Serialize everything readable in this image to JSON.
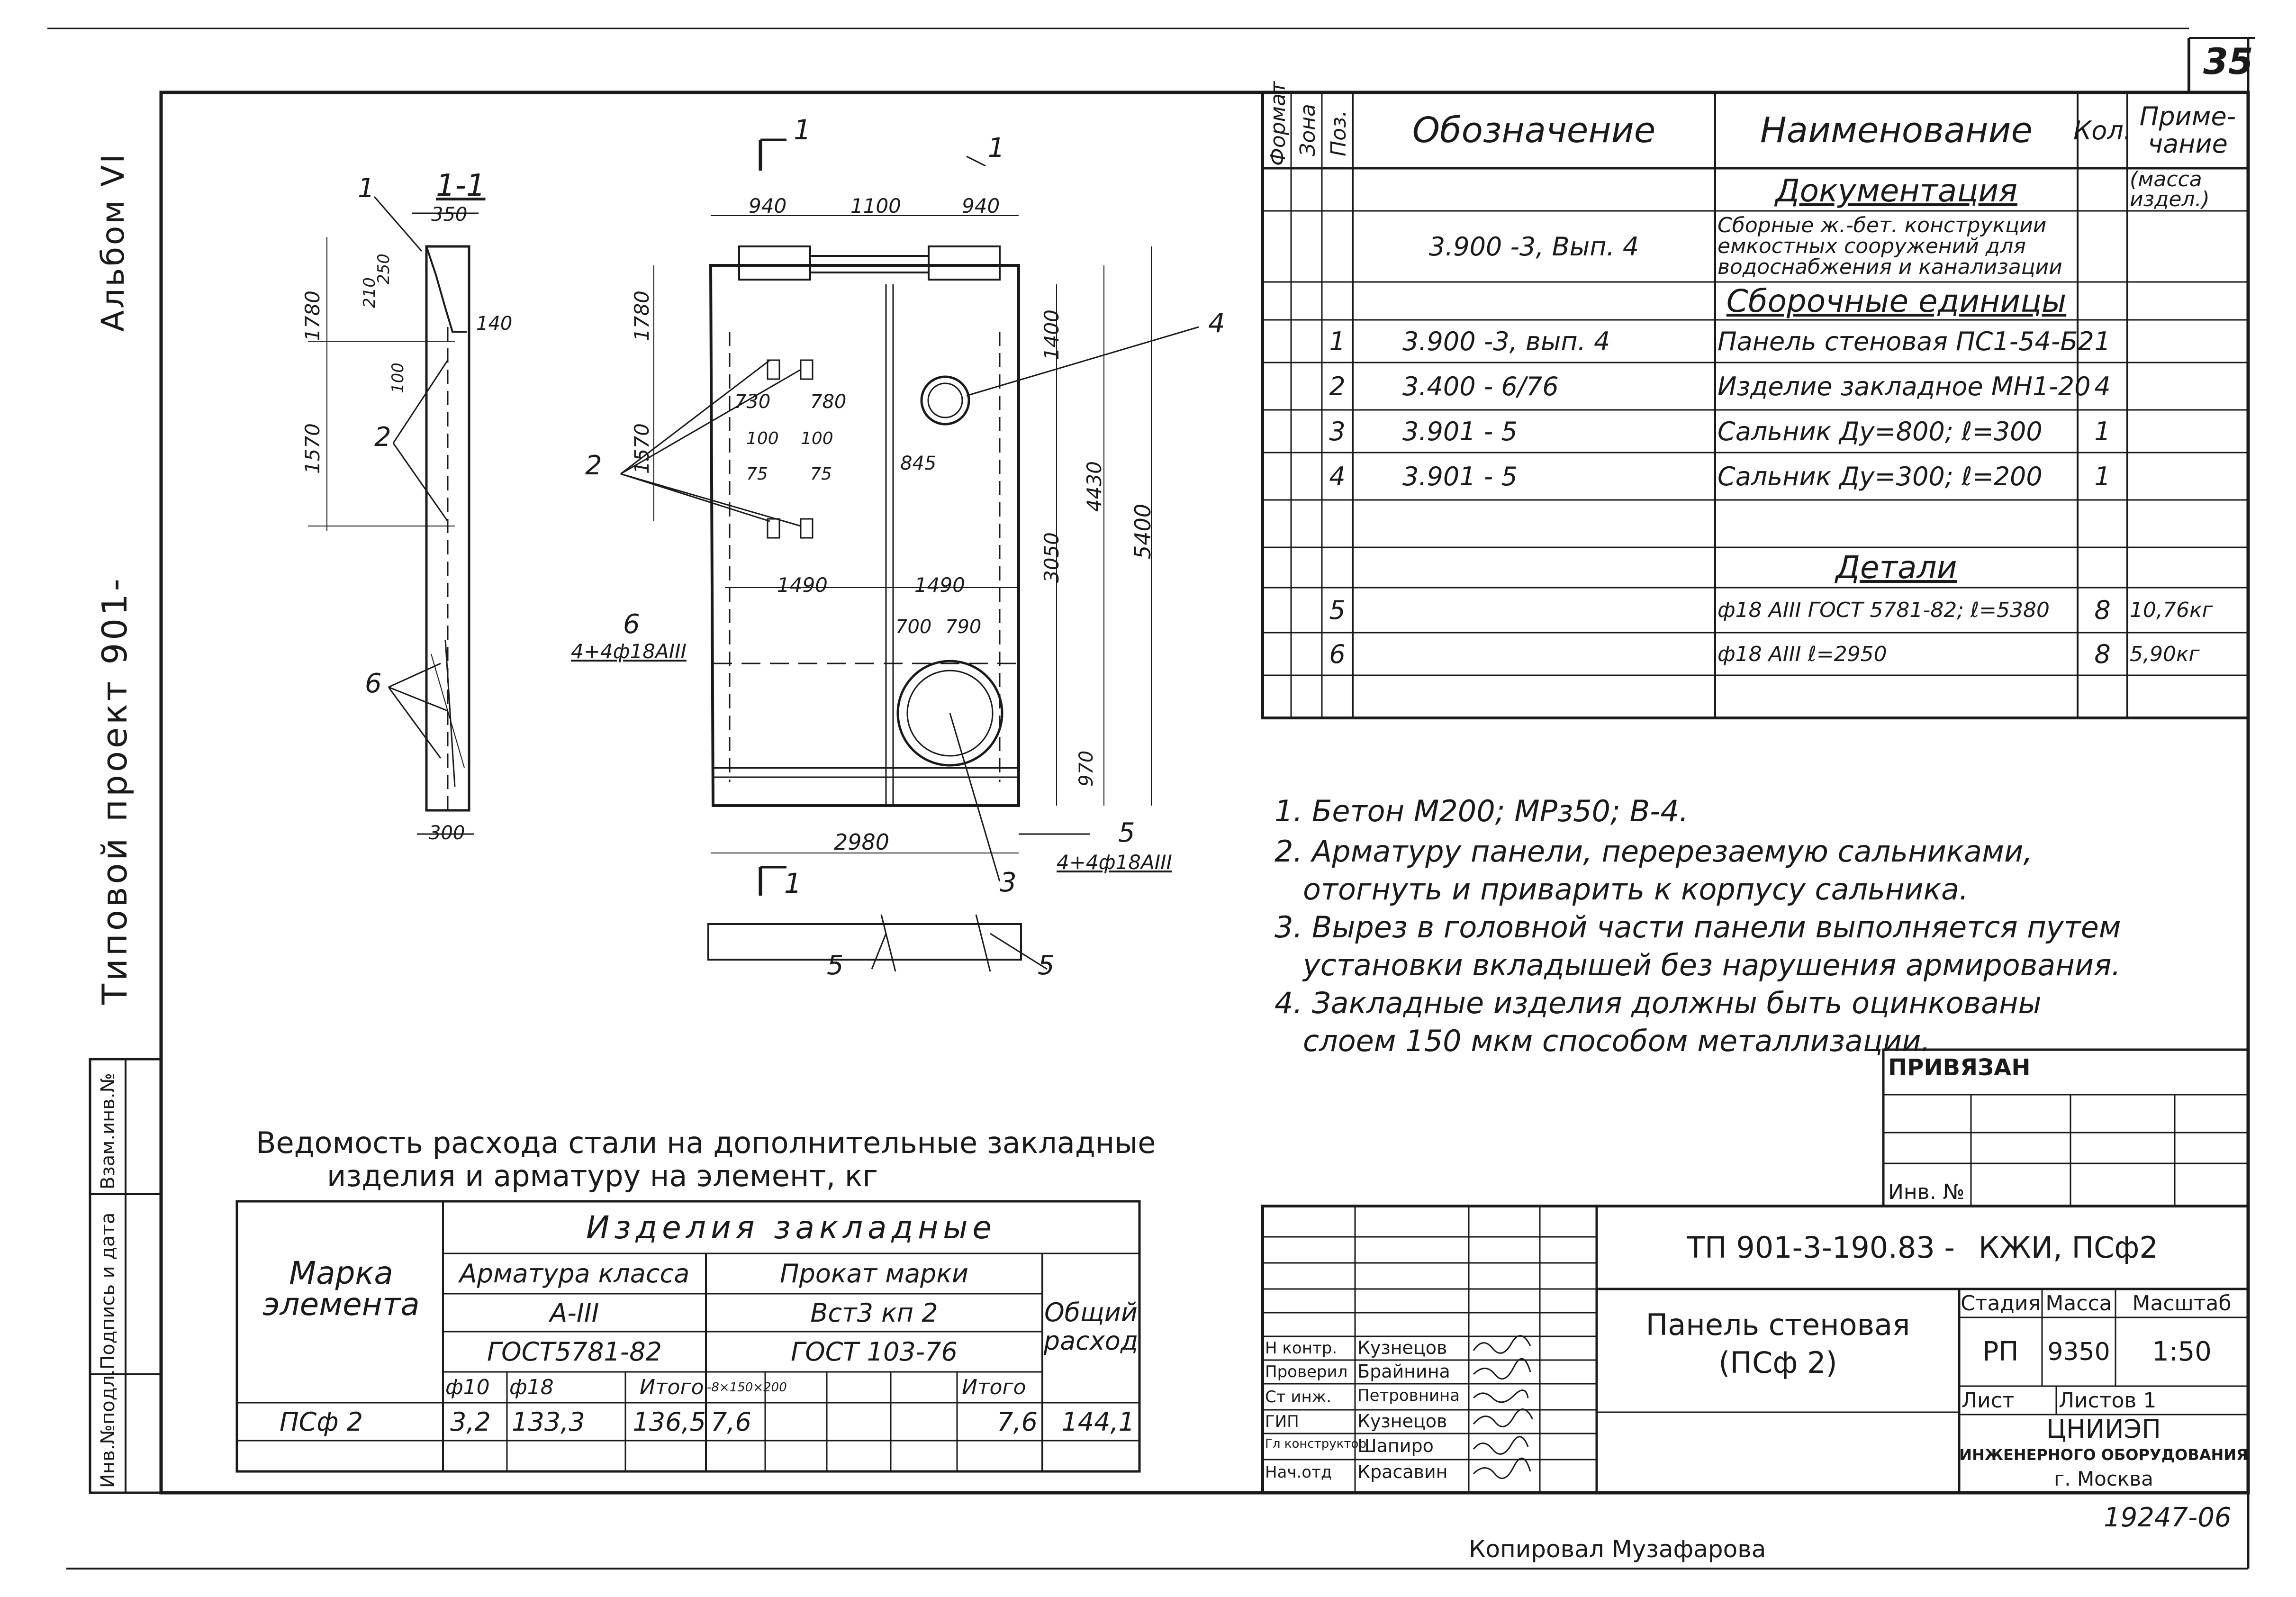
{
  "sheet": {
    "number": "35",
    "album": "Альбом VI",
    "project": "Типовой проект 901-",
    "inv_number": "19247-06",
    "copied_by": "Копировал Музафарова"
  },
  "left_strip": [
    "Инв.№подл.",
    "Подпись и дата",
    "Взам.инв.№"
  ],
  "spec": {
    "headers": {
      "format": "Формат",
      "zone": "Зона",
      "pos": "Поз.",
      "designation": "Обозначение",
      "name": "Наименование",
      "qty": "Кол.",
      "note": "Приме- чание"
    },
    "note_sub": "(масса издел.)",
    "rows": [
      {
        "pos": "",
        "designation": "",
        "name": "Документация",
        "qty": "",
        "note": "",
        "section": true
      },
      {
        "pos": "",
        "designation": "3.900 -3, Вып. 4",
        "name": "Сборные ж.-бет. конструкции емкостных сооружений для водоснабжения и канализации",
        "qty": "",
        "note": ""
      },
      {
        "pos": "",
        "designation": "",
        "name": "Сборочные единицы",
        "qty": "",
        "note": "",
        "section": true
      },
      {
        "pos": "1",
        "designation": "3.900 -3, вып. 4",
        "name": "Панель стеновая ПС1-54-Б2",
        "qty": "1",
        "note": ""
      },
      {
        "pos": "2",
        "designation": "3.400 - 6/76",
        "name": "Изделие закладное МН1-20",
        "qty": "4",
        "note": ""
      },
      {
        "pos": "3",
        "designation": "3.901 - 5",
        "name": "Сальник Ду=800; ℓ=300",
        "qty": "1",
        "note": ""
      },
      {
        "pos": "4",
        "designation": "3.901 - 5",
        "name": "Сальник Ду=300; ℓ=200",
        "qty": "1",
        "note": ""
      },
      {
        "pos": "",
        "designation": "",
        "name": "",
        "qty": "",
        "note": ""
      },
      {
        "pos": "",
        "designation": "",
        "name": "Детали",
        "qty": "",
        "note": "",
        "section": true
      },
      {
        "pos": "5",
        "designation": "",
        "name": "ф18 АIII ГОСТ 5781-82; ℓ=5380",
        "qty": "8",
        "note": "10,76кг"
      },
      {
        "pos": "6",
        "designation": "",
        "name": "ф18 АIII ℓ=2950",
        "qty": "8",
        "note": "5,90кг"
      }
    ]
  },
  "notes": [
    "1. Бетон М200; МРз50; В-4.",
    "2. Арматуру панели, перерезаемую сальниками,",
    "отогнуть и приварить к корпусу сальника.",
    "3. Вырез в головной части панели выполняется путем",
    "установки вкладышей без нарушения армирования.",
    "4. Закладные изделия должны быть оцинкованы",
    "слоем 150 мкм способом металлизации."
  ],
  "steel": {
    "title_1": "Ведомость расхода стали на дополнительные закладные",
    "title_2": "изделия и арматуру на элемент, кг",
    "h_group": "Изделия закладные",
    "h_mark": "Марка элемента",
    "h_arm": "Арматура класса",
    "h_arm_class": "А-III",
    "h_arm_gost": "ГОСТ5781-82",
    "h_prokat": "Прокат марки",
    "h_prokat_mark": "Вст3 кп 2",
    "h_prokat_gost": "ГОСТ 103-76",
    "h_total": "Общий расход",
    "h_f10": "ф10",
    "h_f18": "ф18",
    "h_itogo": "Итого",
    "h_strip": "-8×150×200",
    "h_itogo2": "Итого",
    "row": {
      "mark": "ПСф 2",
      "f10": "3,2",
      "f18": "133,3",
      "itogo": "136,5",
      "strip": "7,6",
      "itogo2": "7,6",
      "total": "144,1"
    }
  },
  "stamp": {
    "privyazan": "ПРИВЯЗАН",
    "inv": "Инв. №",
    "code": "ТП 901-3-190.83 -",
    "code2": "КЖИ, ПСф2",
    "title_1": "Панель стеновая",
    "title_2": "(ПСф 2)",
    "h_stage": "Стадия",
    "h_mass": "Масса",
    "h_scale": "Масштаб",
    "stage": "РП",
    "mass": "9350",
    "scale": "1:50",
    "sheet": "Лист",
    "sheets": "Листов",
    "sheets_n": "1",
    "org_1": "ЦНИИЭП",
    "org_2": "ИНЖЕНЕРНОГО ОБОРУДОВАНИЯ",
    "org_3": "г. Москва",
    "people": [
      {
        "role": "Н контр.",
        "name": "Кузнецов"
      },
      {
        "role": "Проверил",
        "name": "Брайнина"
      },
      {
        "role": "Ст инж.",
        "name": "Петровнина"
      },
      {
        "role": "ГИП",
        "name": "Кузнецов"
      },
      {
        "role": "Гл конструктор",
        "name": "Шапиро"
      },
      {
        "role": "Нач.отд",
        "name": "Красавин"
      }
    ]
  },
  "drawing": {
    "sec_label": "1-1",
    "cut_label": "1",
    "d350": "350",
    "d1780": "1780",
    "d210": "210",
    "d250": "250",
    "d140": "140",
    "d100": "100",
    "d1570": "1570",
    "d300": "300",
    "d940a": "940",
    "d1100": "1100",
    "d940b": "940",
    "d730": "730",
    "d780": "780",
    "d100b": "100",
    "d75a": "75",
    "d75b": "75",
    "d845": "845",
    "d1490a": "1490",
    "d1490b": "1490",
    "d700": "700",
    "d790": "790",
    "d2980": "2980",
    "d1400": "1400",
    "d4430": "4430",
    "d5400": "5400",
    "d3050": "3050",
    "d970": "970",
    "l1": "1",
    "l2": "2",
    "l3": "3",
    "l4": "4",
    "l5": "5",
    "l6": "6",
    "bars_6": "4+4ф18АIII",
    "bars_5": "4+4ф18АIII"
  }
}
